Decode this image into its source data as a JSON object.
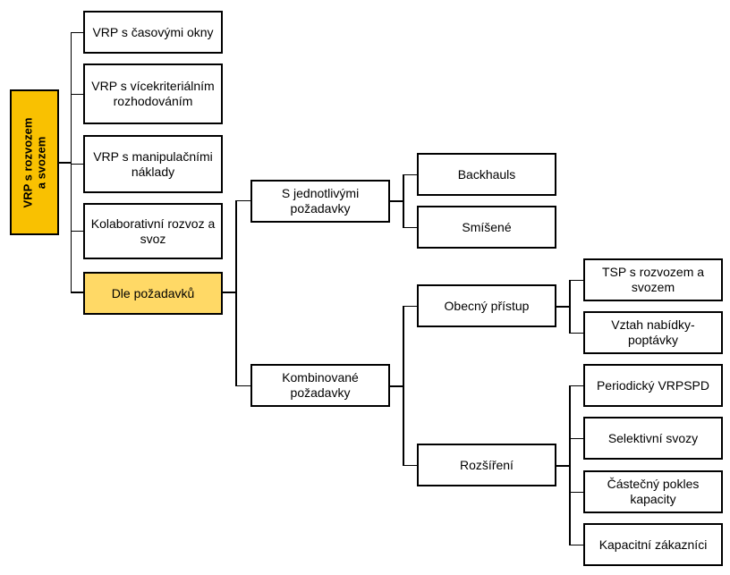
{
  "root": {
    "line1": "VRP s rozvozem",
    "line2": "a svozem"
  },
  "level1": [
    "VRP s časovými okny",
    "VRP s vícekriteriálním rozhodováním",
    "VRP s manipulačními náklady",
    "Kolaborativní rozvoz a svoz",
    "Dle požadavků"
  ],
  "level2": [
    "S jednotlivými požadavky",
    "Kombinované požadavky"
  ],
  "single": [
    "Backhauls",
    "Smíšené"
  ],
  "combined": [
    "Obecný přístup",
    "Rozšíření"
  ],
  "general": [
    "TSP s rozvozem a svozem",
    "Vztah nabídky-poptávky"
  ],
  "extension": [
    "Periodický VRPSPD",
    "Selektivní svozy",
    "Částečný pokles kapacity",
    "Kapacitní zákazníci"
  ],
  "colors": {
    "root": "#f9c101",
    "highlight": "#ffd966",
    "border": "#000000"
  }
}
